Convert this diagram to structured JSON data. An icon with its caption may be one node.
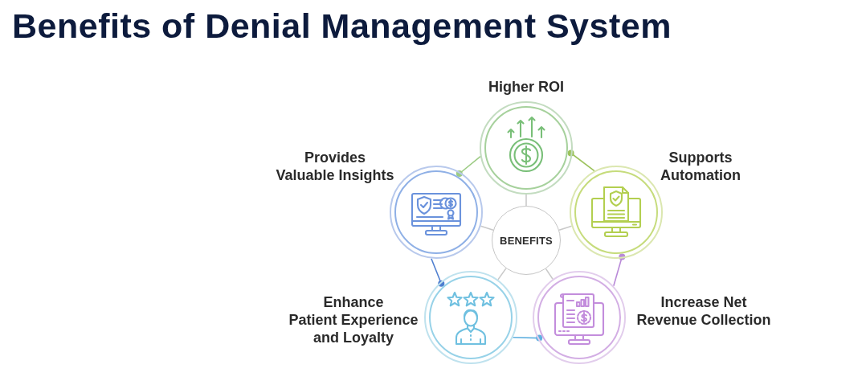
{
  "diagram": {
    "title": "Benefits of Denial Management System",
    "nodes": [
      {
        "text": [
          "Higher ROI"
        ]
      },
      {
        "text": [
          "Provides Valuable Insights"
        ]
      },
      {
        "text": [
          "Supports Automation"
        ]
      },
      {
        "text": [
          "BENEFITS"
        ]
      },
      {
        "text": [
          "Enhance Patient Experience and Loyalty"
        ]
      },
      {
        "text": [
          "Increase Net Revenue Collection"
        ]
      }
    ],
    "edges": [
      {
        "from": 3,
        "to": 0,
        "arrow": "none"
      },
      {
        "from": 3,
        "to": 1,
        "arrow": "none"
      },
      {
        "from": 3,
        "to": 2,
        "arrow": "none"
      },
      {
        "from": 3,
        "to": 4,
        "arrow": "none"
      },
      {
        "from": 3,
        "to": 5,
        "arrow": "none"
      },
      {
        "from": 0,
        "to": 2,
        "arrow": "other",
        "color": "#9cc25c"
      },
      {
        "from": 2,
        "to": 5,
        "arrow": "other",
        "color": "#b98ad8"
      },
      {
        "from": 5,
        "to": 4,
        "arrow": "other",
        "color": "#5fb0e0"
      },
      {
        "from": 4,
        "to": 1,
        "arrow": "other",
        "color": "#4f7fd0"
      },
      {
        "from": 1,
        "to": 0,
        "arrow": "other",
        "color": "#9ccb84"
      }
    ]
  }
}
